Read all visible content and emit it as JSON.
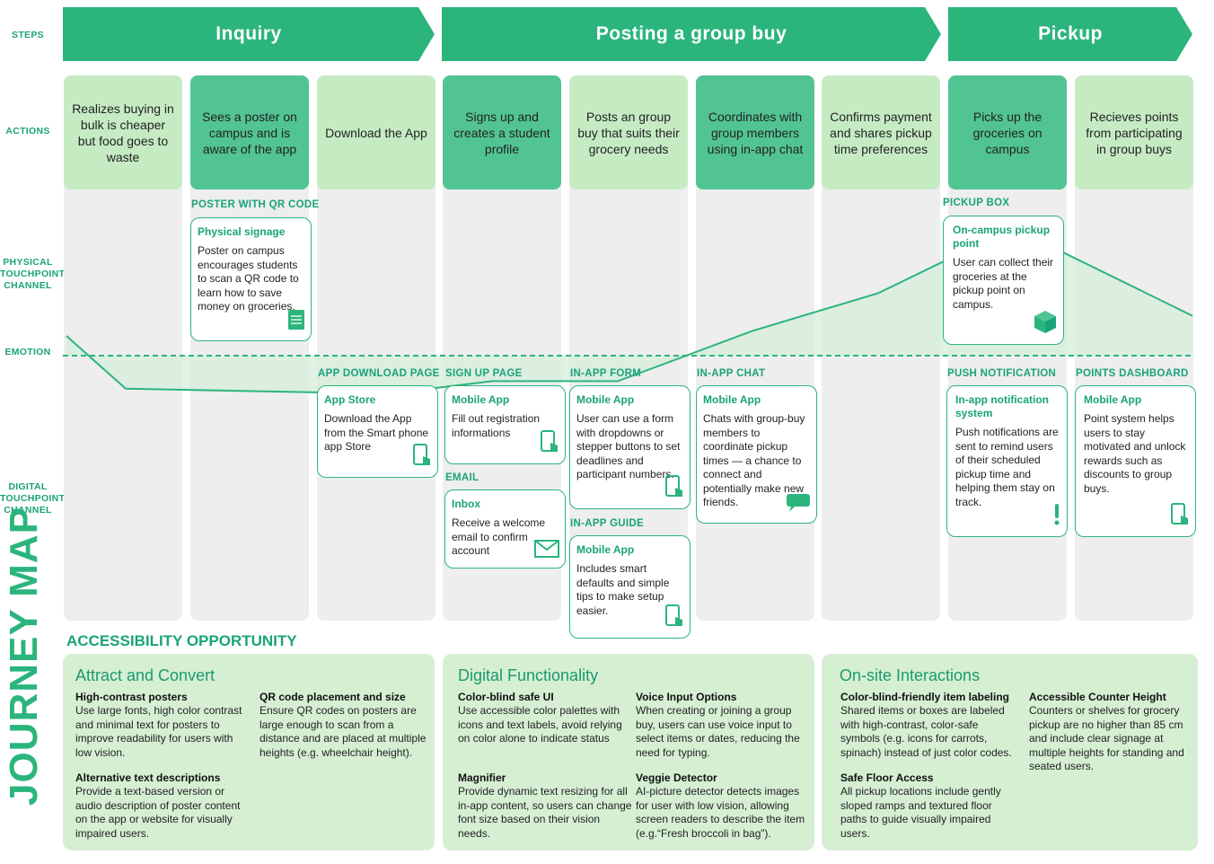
{
  "row_labels": {
    "steps": "STEPS",
    "actions": "ACTIONS",
    "physical": "PHYSICAL TOUCHPOINT/ CHANNEL",
    "emotion": "EMOTION",
    "digital": "DIGITAL TOUCHPOINT/ CHANNEL"
  },
  "title": "JOURNEY MAP",
  "steps": [
    "Inquiry",
    "Posting a group buy",
    "Pickup"
  ],
  "actions": [
    "Realizes buying in bulk is cheaper but food goes to waste",
    "Sees a poster on campus and is aware of the app",
    "Download the App",
    "Signs up and creates a student profile",
    "Posts an group buy that suits their grocery needs",
    "Coordinates with group members using in-app chat",
    "Confirms payment and shares pickup time preferences",
    "Picks up the groceries on campus",
    "Recieves points from participating in group buys"
  ],
  "physical": [
    {
      "category": "POSTER WITH QR CODE",
      "title": "Physical signage",
      "text": "Poster on campus encourages students to scan a QR code to learn how to save money on groceries.",
      "icon": "poster-icon"
    },
    {
      "category": "PICKUP BOX",
      "title": "On-campus pickup point",
      "text": "User can collect their groceries at the pickup point on campus.",
      "icon": "box-icon"
    }
  ],
  "digital": [
    {
      "category": "APP DOWNLOAD PAGE",
      "title": "App Store",
      "text": "Download the App from the Smart phone app Store",
      "icon": "phone-tap-icon"
    },
    {
      "category": "SIGN UP PAGE",
      "title": "Mobile App",
      "text": "Fill out registration informations",
      "icon": "phone-tap-icon"
    },
    {
      "category": "EMAIL",
      "title": "Inbox",
      "text": "Receive a welcome email to confirm account",
      "icon": "envelope-icon"
    },
    {
      "category": "IN-APP FORM",
      "title": "Mobile App",
      "text": "User can use a form with dropdowns or stepper buttons to set deadlines and participant numbers.",
      "icon": "phone-tap-icon"
    },
    {
      "category": "IN-APP GUIDE",
      "title": "Mobile App",
      "text": "Includes smart defaults and simple tips to make setup easier.",
      "icon": "phone-tap-icon"
    },
    {
      "category": "IN-APP CHAT",
      "title": "Mobile App",
      "text": "Chats with group-buy members to coordinate pickup times — a chance to connect and potentially make new friends.",
      "icon": "chat-bubble-icon"
    },
    {
      "category": "PUSH NOTIFICATION",
      "title": "In-app notification system",
      "text": "Push notifications are sent to remind users of their scheduled pickup time and helping them stay on track.",
      "icon": "exclamation-icon"
    },
    {
      "category": "POINTS DASHBOARD",
      "title": "Mobile App",
      "text": "Point system helps users  to stay motivated and unlock rewards such as discounts to group buys.",
      "icon": "phone-tap-icon"
    }
  ],
  "emotion_levels": [
    0.45,
    0.24,
    0.22,
    0.27,
    0.27,
    0.47,
    0.62,
    0.88,
    0.53
  ],
  "accessibility": {
    "heading": "ACCESSIBILITY OPPORTUNITY",
    "sections": [
      {
        "title": "Attract and Convert",
        "items": [
          {
            "title": "High-contrast posters",
            "text": "Use large fonts, high color contrast and minimal text for posters to improve readability for users with low vision."
          },
          {
            "title": "QR code placement and size",
            "text": "Ensure QR codes on posters are large enough to scan from a distance and are placed at multiple heights (e.g. wheelchair height)."
          },
          {
            "title": "Alternative text descriptions",
            "text": "Provide a text-based version or audio description of poster content on the app or website for visually impaired users."
          }
        ]
      },
      {
        "title": "Digital Functionality",
        "items": [
          {
            "title": "Color-blind safe UI",
            "text": "Use accessible color palettes with icons and text labels, avoid relying on color alone to indicate status"
          },
          {
            "title": "Voice Input Options",
            "text": "When creating or joining a group buy, users can use voice input to select items or dates, reducing the need for typing."
          },
          {
            "title": "Magnifier",
            "text": "Provide dynamic text resizing for all in-app content, so users can change font size based on their vision needs."
          },
          {
            "title": "Veggie Detector",
            "text": "AI-picture detector detects images for user with low vision, allowing screen readers to describe the item (e.g.“Fresh broccoli in bag”)."
          }
        ]
      },
      {
        "title": "On-site Interactions",
        "items": [
          {
            "title": "Color-blind-friendly item labeling",
            "text": "Shared items or boxes are labeled with high-contrast, color-safe symbols (e.g. icons for carrots, spinach) instead of just color codes."
          },
          {
            "title": "Accessible Counter Height",
            "text": "Counters or shelves for grocery pickup are no higher than 85 cm and include clear signage at multiple heights for standing and seated users."
          },
          {
            "title": "Safe Floor Access",
            "text": "All pickup locations include gently sloped ramps and textured floor paths to guide visually impaired users."
          }
        ]
      }
    ]
  },
  "colors": {
    "accent": "#2bb57d",
    "action_light": "#c6ebc3",
    "action_dark": "#52c493",
    "panel": "#d6efd3",
    "text_accent": "#1aa37a"
  }
}
